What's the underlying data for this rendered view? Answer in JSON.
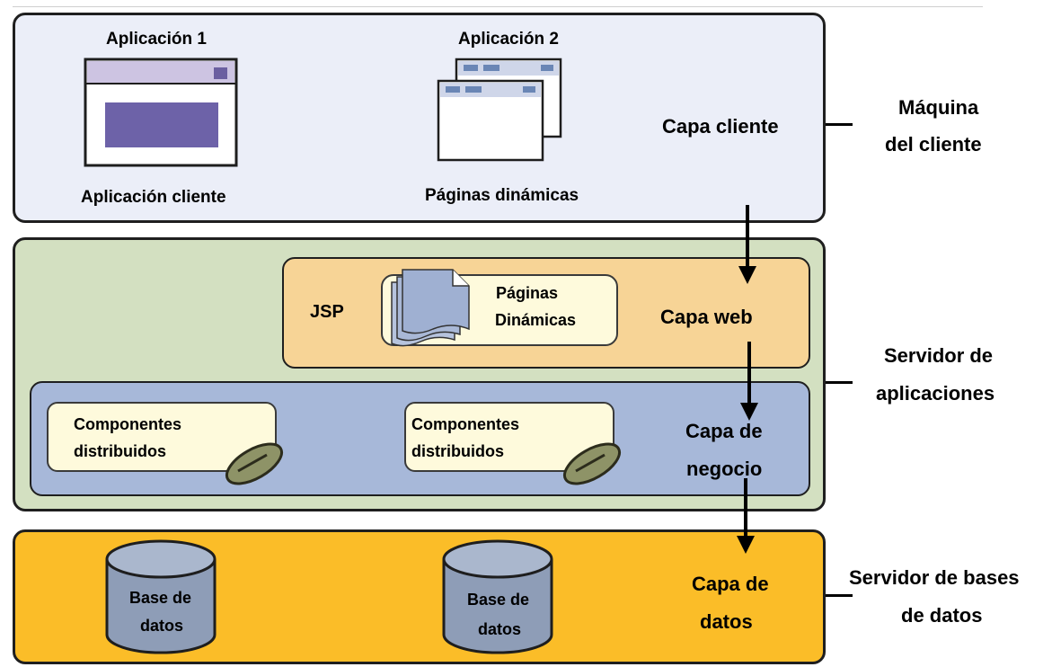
{
  "client": {
    "app1_title": "Aplicación 1",
    "app1_caption": "Aplicación cliente",
    "app2_title": "Aplicación 2",
    "app2_caption": "Páginas dinámicas",
    "layer_label": "Capa cliente"
  },
  "web": {
    "tech_label": "JSP",
    "doc_line1": "Páginas",
    "doc_line2": "Dinámicas",
    "layer_label": "Capa web"
  },
  "business": {
    "component1_line1": "Componentes",
    "component1_line2": "distribuidos",
    "component2_line1": "Componentes",
    "component2_line2": "distribuidos",
    "layer_label_line1": "Capa de",
    "layer_label_line2": "negocio"
  },
  "data": {
    "db1_line1": "Base de",
    "db1_line2": "datos",
    "db2_line1": "Base de",
    "db2_line2": "datos",
    "layer_label_line1": "Capa de",
    "layer_label_line2": "datos"
  },
  "machines": {
    "client_line1": "Máquina",
    "client_line2": "del  cliente",
    "app_server_line1": "Servidor de",
    "app_server_line2": "aplicaciones",
    "db_server_line1": "Servidor de bases",
    "db_server_line2": "de datos"
  },
  "colors": {
    "client_tier": "#ebeef8",
    "app_server": "#d3e0c1",
    "web_tier": "#f7d496",
    "business_tier": "#a7b8d9",
    "data_tier": "#fbbd28",
    "component_card": "#fefadc",
    "database": "#8e9db7"
  }
}
